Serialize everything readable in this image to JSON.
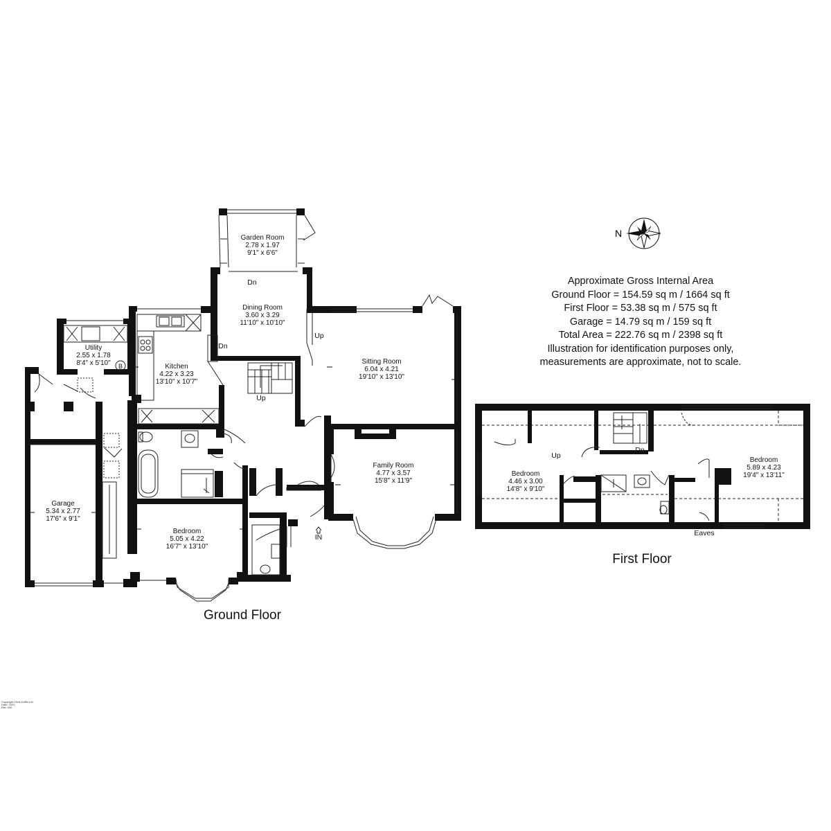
{
  "floors": {
    "ground": {
      "caption": "Ground Floor",
      "rooms": {
        "garden_room": {
          "name": "Garden Room",
          "metric": "2.78 x 1.97",
          "imperial": "9'1\" x 6'6\""
        },
        "dining_room": {
          "name": "Dining Room",
          "metric": "3.60 x 3.29",
          "imperial": "11'10\" x 10'10\""
        },
        "utility": {
          "name": "Utility",
          "metric": "2.55 x 1.78",
          "imperial": "8'4\" x 5'10\""
        },
        "kitchen": {
          "name": "Kitchen",
          "metric": "4.22 x 3.23",
          "imperial": "13'10\" x 10'7\""
        },
        "sitting_room": {
          "name": "Sitting Room",
          "metric": "6.04 x 4.21",
          "imperial": "19'10\" x 13'10\""
        },
        "family_room": {
          "name": "Family Room",
          "metric": "4.77 x 3.57",
          "imperial": "15'8\" x 11'9\""
        },
        "garage": {
          "name": "Garage",
          "metric": "5.34 x 2.77",
          "imperial": "17'6\" x 9'1\""
        },
        "bedroom": {
          "name": "Bedroom",
          "metric": "5.05 x 4.22",
          "imperial": "16'7\" x 13'10\""
        }
      },
      "markers": {
        "dn_garden": "Dn",
        "dn_kitchen": "Dn",
        "up_sitting": "Up",
        "up_stairs": "Up",
        "entrance": "IN",
        "boiler": "B"
      }
    },
    "first": {
      "caption": "First Floor",
      "rooms": {
        "bedroom_left": {
          "name": "Bedroom",
          "metric": "4.46 x 3.00",
          "imperial": "14'8\" x 9'10\""
        },
        "bedroom_right": {
          "name": "Bedroom",
          "metric": "5.89 x 4.23",
          "imperial": "19'4\" x 13'11\""
        }
      },
      "markers": {
        "up": "Up",
        "dn": "Dn",
        "eaves": "Eaves"
      }
    }
  },
  "compass": {
    "label": "N",
    "icon": "compass-rose-icon"
  },
  "area_summary": {
    "heading": "Approximate Gross Internal Area",
    "ground_floor": "Ground Floor = 154.59 sq m / 1664 sq ft",
    "first_floor": "First Floor = 53.38 sq m / 575 sq ft",
    "garage": "Garage = 14.79 sq m / 159 sq ft",
    "total": "Total Area = 222.76 sq m / 2398 sq ft",
    "disclaimer_1": "Illustration for identification purposes only,",
    "disclaimer_2": "measurements are approximate, not to scale."
  },
  "copyright": {
    "line1": "Copyright Chris Duffin Ltd",
    "line2": "Date: 2021",
    "line3": "Ref: 000"
  },
  "colors": {
    "wall": "#111111",
    "line": "#222222",
    "background": "#ffffff",
    "fixture": "#555555"
  }
}
